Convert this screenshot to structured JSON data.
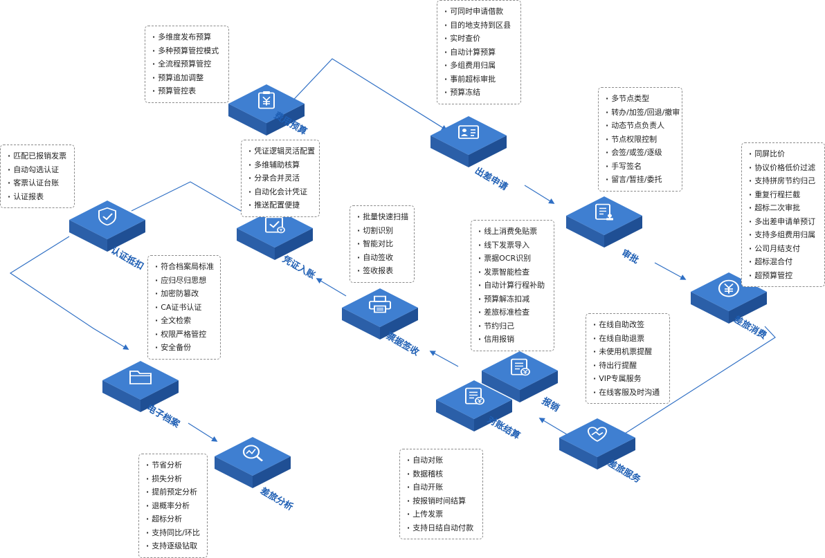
{
  "colors": {
    "tile_top": "#3f7fd1",
    "tile_left": "#2b5fa8",
    "tile_right": "#1f4f94",
    "icon": "#ffffff",
    "label": "#1f5fb4",
    "line": "#2f6fc4"
  },
  "nodes": [
    {
      "id": "budget",
      "label": "费用预算",
      "icon": "clipboard-yen-icon"
    },
    {
      "id": "travel-apply",
      "label": "出差申请",
      "icon": "id-card-icon"
    },
    {
      "id": "approval",
      "label": "审批",
      "icon": "stamp-document-icon"
    },
    {
      "id": "consume",
      "label": "差旅消费",
      "icon": "yen-coin-icon"
    },
    {
      "id": "service",
      "label": "差旅服务",
      "icon": "handshake-heart-icon"
    },
    {
      "id": "reimburse",
      "label": "报销",
      "icon": "receipt-yen-icon"
    },
    {
      "id": "settle",
      "label": "对账结算",
      "icon": "bill-coin-icon"
    },
    {
      "id": "receipt",
      "label": "票据签收",
      "icon": "printer-icon"
    },
    {
      "id": "voucher",
      "label": "凭证入账",
      "icon": "voucher-check-icon"
    },
    {
      "id": "certify",
      "label": "认证抵扣",
      "icon": "shield-check-icon"
    },
    {
      "id": "archive",
      "label": "电子档案",
      "icon": "folder-icon"
    },
    {
      "id": "analysis",
      "label": "差旅分析",
      "icon": "magnifier-chart-icon"
    }
  ],
  "boxes": [
    {
      "id": "budget",
      "items": [
        "多维度发布预算",
        "多种预算管控模式",
        "全流程预算管控",
        "预算追加调整",
        "预算管控表"
      ]
    },
    {
      "id": "travel-apply",
      "items": [
        "可同时申请借款",
        "目的地支持到区县",
        "实时查价",
        "自动计算预算",
        "多组费用归属",
        "事前超标审批",
        "预算冻结"
      ]
    },
    {
      "id": "approval",
      "items": [
        "多节点类型",
        "转办/加签/回退/撤审",
        "动态节点负责人",
        "节点权限控制",
        "会签/或签/逐级",
        "手写签名",
        "留言/暂挂/委托"
      ]
    },
    {
      "id": "consume",
      "items": [
        "同屏比价",
        "协议价格低价过滤",
        "支持拼房节约归己",
        "重复行程拦截",
        "超标二次审批",
        "多出差申请单预订",
        "支持多组费用归属",
        "公司月结支付",
        "超标混合付",
        "超预算管控"
      ]
    },
    {
      "id": "service",
      "items": [
        "在线自助改签",
        "在线自助退票",
        "未使用机票提醒",
        "待出行提醒",
        "VIP专属服务",
        "在线客服及时沟通"
      ]
    },
    {
      "id": "reimburse",
      "items": [
        "线上消费免贴票",
        "线下发票导入",
        "票据OCR识别",
        "发票智能检查",
        "自动计算行程补助",
        "预算解冻扣减",
        "差旅标准检查",
        "节约归己",
        "信用报销"
      ]
    },
    {
      "id": "settle",
      "items": [
        "自动对账",
        "数据稽核",
        "自动开账",
        "按报销时间结算",
        "上传发票",
        "支持日结自动付款"
      ]
    },
    {
      "id": "receipt",
      "items": [
        "批量快速扫描",
        "切割识别",
        "智能对比",
        "自动签收",
        "签收报表"
      ]
    },
    {
      "id": "voucher",
      "items": [
        "凭证逻辑灵活配置",
        "多维辅助核算",
        "分录合并灵活",
        "自动化会计凭证",
        "推送配置便捷"
      ]
    },
    {
      "id": "certify",
      "items": [
        "匹配已报销发票",
        "自动勾选认证",
        "客票认证台账",
        "认证报表"
      ]
    },
    {
      "id": "archive",
      "items": [
        "符合档案局标准",
        "应归尽归思想",
        "加密防篡改",
        "CA证书认证",
        "全文检索",
        "权限严格管控",
        "安全备份"
      ]
    },
    {
      "id": "analysis",
      "items": [
        "节省分析",
        "损失分析",
        "提前预定分析",
        "退概率分析",
        "超标分析",
        "支持同比/环比",
        "支持逐级钻取"
      ]
    }
  ]
}
